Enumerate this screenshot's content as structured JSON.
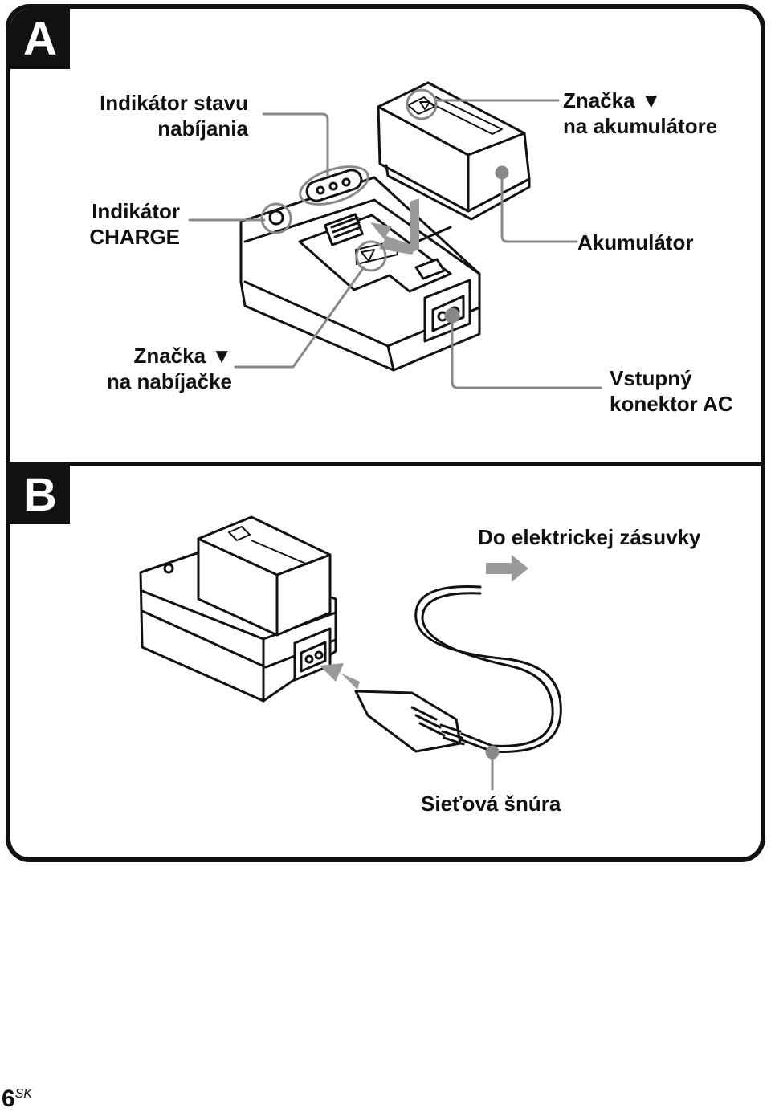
{
  "panels": {
    "a": {
      "tag": "A",
      "labels": {
        "charging_status_indicator": [
          "Indikátor stavu",
          "nabíjania"
        ],
        "charge_indicator": [
          "Indikátor",
          "CHARGE"
        ],
        "mark_on_battery": [
          "Značka ▼",
          "na akumulátore"
        ],
        "battery": "Akumulátor",
        "mark_on_charger": [
          "Značka ▼",
          "na nabíjačke"
        ],
        "ac_input_connector": [
          "Vstupný",
          "konektor AC"
        ]
      }
    },
    "b": {
      "tag": "B",
      "labels": {
        "to_wall_outlet": "Do elektrickej zásuvky",
        "power_cord": "Sieťová šnúra"
      }
    }
  },
  "page": {
    "number": "6",
    "lang": "SK"
  },
  "colors": {
    "line": "#111111",
    "leader": "#888888",
    "arrow": "#9a9a9a"
  }
}
